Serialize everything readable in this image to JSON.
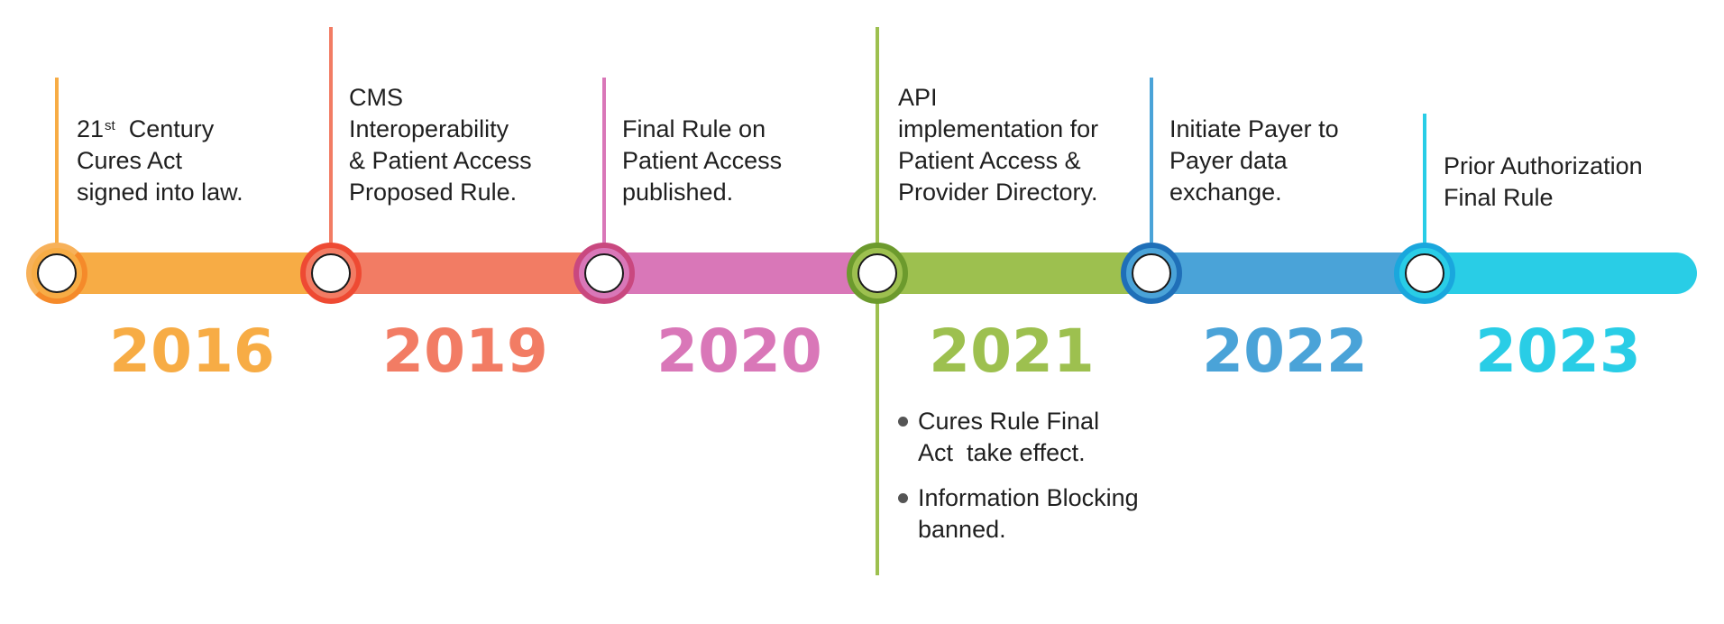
{
  "timeline": {
    "milestones": [
      {
        "year": "2016",
        "color": "#f7ac45",
        "ring_color": "#f58a2a",
        "lines": [
          "21",
          "Cures Act",
          "signed into law."
        ],
        "first_line_rest": "Century",
        "superscript": "st"
      },
      {
        "year": "2019",
        "color": "#f27c64",
        "ring_color": "#ee4a33",
        "lines": [
          "CMS",
          "Interoperability",
          "& Patient Access",
          "Proposed Rule."
        ]
      },
      {
        "year": "2020",
        "color": "#d977b8",
        "ring_color": "#c9487f",
        "lines": [
          "Final Rule on",
          "Patient Access",
          "published."
        ]
      },
      {
        "year": "2021",
        "color": "#9dc04f",
        "ring_color": "#6c9a2d",
        "lines": [
          "API",
          "implementation for",
          "Patient Access &",
          "Provider Directory."
        ]
      },
      {
        "year": "2022",
        "color": "#4aa3d8",
        "ring_color": "#1f6fb8",
        "lines": [
          "Initiate Payer to",
          "Payer data",
          "exchange."
        ]
      },
      {
        "year": "2023",
        "color": "#29cde6",
        "ring_color": "#1aa7dd",
        "lines": [
          "Prior Authorization",
          "Final Rule"
        ]
      }
    ],
    "bullets_2021": [
      {
        "lines": [
          "Cures Rule Final",
          "Act  take effect."
        ]
      },
      {
        "lines": [
          "Information Blocking",
          "banned."
        ]
      }
    ]
  }
}
